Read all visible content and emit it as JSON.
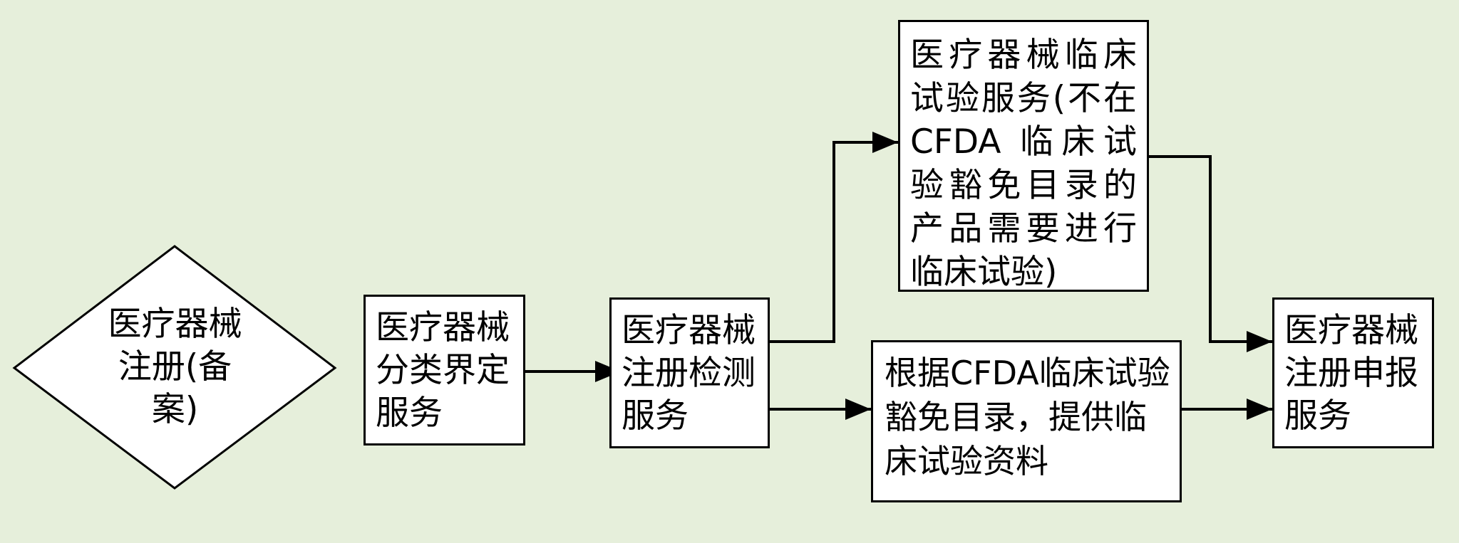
{
  "colors": {
    "background": "#e6efdb",
    "box_fill": "#ffffff",
    "stroke": "#000000"
  },
  "nodes": {
    "registration_filing": {
      "label": "医疗器械注册(备案)"
    },
    "classification": {
      "label": "医疗器械分类界定服务"
    },
    "testing": {
      "label": "医疗器械注册检测服务"
    },
    "clinical_trial": {
      "label": "医疗器械临床试验服务(不在CFDA 临床试验豁免目录的产品需要进行临床试验)"
    },
    "exemption_docs": {
      "label": "根据CFDA临床试验豁免目录，提供临床试验资料"
    },
    "registration_application": {
      "label": "医疗器械注册申报服务"
    }
  },
  "edges": [
    {
      "from": "classification",
      "to": "testing"
    },
    {
      "from": "testing",
      "to": "clinical_trial"
    },
    {
      "from": "testing",
      "to": "exemption_docs"
    },
    {
      "from": "clinical_trial",
      "to": "registration_application"
    },
    {
      "from": "exemption_docs",
      "to": "registration_application"
    }
  ]
}
